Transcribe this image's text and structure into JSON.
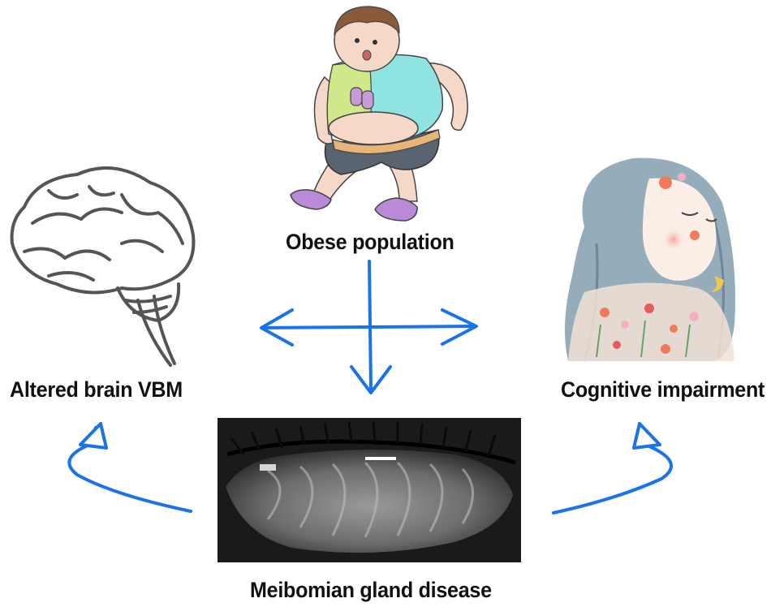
{
  "nodes": {
    "obese": {
      "label": "Obese population",
      "icon": "obese-person-illustration"
    },
    "brain": {
      "label": "Altered brain VBM",
      "icon": "brain-line-drawing"
    },
    "cognitive": {
      "label": "Cognitive impairment",
      "icon": "girl-with-flowers-illustration"
    },
    "mgd": {
      "label": "Meibomian gland disease",
      "icon": "meibography-eyelid-image"
    }
  },
  "colors": {
    "arrow": "#1a73e8",
    "text": "#111111",
    "brain_stroke": "#555555",
    "shirt_green": "#cfe98a",
    "shirt_cyan": "#8fe3e0",
    "shoes": "#b98ad8",
    "hair": "#8aa4b4"
  }
}
